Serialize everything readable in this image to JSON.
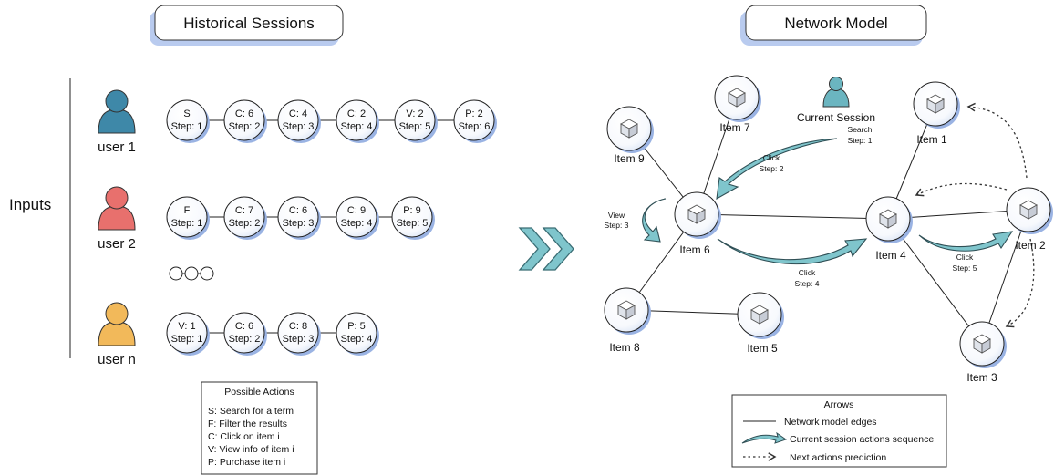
{
  "titles": {
    "historical": "Historical Sessions",
    "network": "Network Model"
  },
  "inputs_label": "Inputs",
  "users": [
    {
      "label": "user 1",
      "color": "#3e88a8",
      "steps": [
        [
          "S",
          "Step: 1"
        ],
        [
          "C: 6",
          "Step: 2"
        ],
        [
          "C: 4",
          "Step: 3"
        ],
        [
          "C: 2",
          "Step: 4"
        ],
        [
          "V: 2",
          "Step: 5"
        ],
        [
          "P: 2",
          "Step: 6"
        ]
      ]
    },
    {
      "label": "user 2",
      "color": "#e8706d",
      "steps": [
        [
          "F",
          "Step: 1"
        ],
        [
          "C: 7",
          "Step: 2"
        ],
        [
          "C: 6",
          "Step: 3"
        ],
        [
          "C: 9",
          "Step: 4"
        ],
        [
          "P: 9",
          "Step: 5"
        ]
      ]
    },
    {
      "label": "user n",
      "color": "#f2b95a",
      "steps": [
        [
          "V: 1",
          "Step: 1"
        ],
        [
          "C: 6",
          "Step: 2"
        ],
        [
          "C: 8",
          "Step: 3"
        ],
        [
          "P: 5",
          "Step: 4"
        ]
      ]
    }
  ],
  "possible_actions": {
    "title": "Possible Actions",
    "items": [
      "S: Search for a term",
      "F: Filter the results",
      "C: Click on item i",
      "V: View info of item i",
      "P: Purchase item i"
    ]
  },
  "current_session": {
    "label": "Current Session",
    "color": "#6bb5c0",
    "search_action": "Search",
    "search_step": "Step: 1"
  },
  "items": {
    "item1": "Item 1",
    "item2": "Item 2",
    "item3": "Item 3",
    "item4": "Item 4",
    "item5": "Item 5",
    "item6": "Item 6",
    "item7": "Item 7",
    "item8": "Item 8",
    "item9": "Item 9"
  },
  "session_arrows": {
    "click2": [
      "Click",
      "Step: 2"
    ],
    "view3": [
      "View",
      "Step: 3"
    ],
    "click4": [
      "Click",
      "Step: 4"
    ],
    "click5": [
      "Click",
      "Step: 5"
    ]
  },
  "legend": {
    "title": "Arrows",
    "edges": "Network model edges",
    "sequence": "Current session actions sequence",
    "prediction": "Next actions prediction"
  },
  "colors": {
    "arrow_fill": "#7fc5cc",
    "node_shadow": "#9ab3e3",
    "title_shadow": "#b9cbef"
  }
}
